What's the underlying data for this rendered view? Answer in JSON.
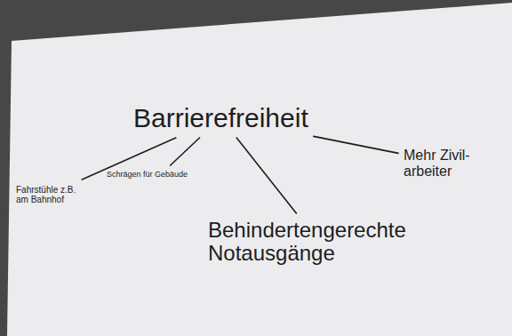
{
  "diagram": {
    "nodes": [
      {
        "text": [
          "Barrierefreiheit"
        ]
      },
      {
        "text": [
          "Fahrstühle z.B. am Bahnhof"
        ]
      },
      {
        "text": [
          "Schrägen für Gebäude"
        ]
      },
      {
        "text": [
          "Behindertengerechte Notausgänge"
        ]
      },
      {
        "text": [
          "Mehr Zivil- arbeiter"
        ]
      }
    ],
    "edges": [
      {
        "from": 0,
        "to": 1,
        "arrow": "none"
      },
      {
        "from": 0,
        "to": 2,
        "arrow": "none"
      },
      {
        "from": 0,
        "to": 3,
        "arrow": "none"
      },
      {
        "from": 0,
        "to": 4,
        "arrow": "none"
      }
    ]
  }
}
